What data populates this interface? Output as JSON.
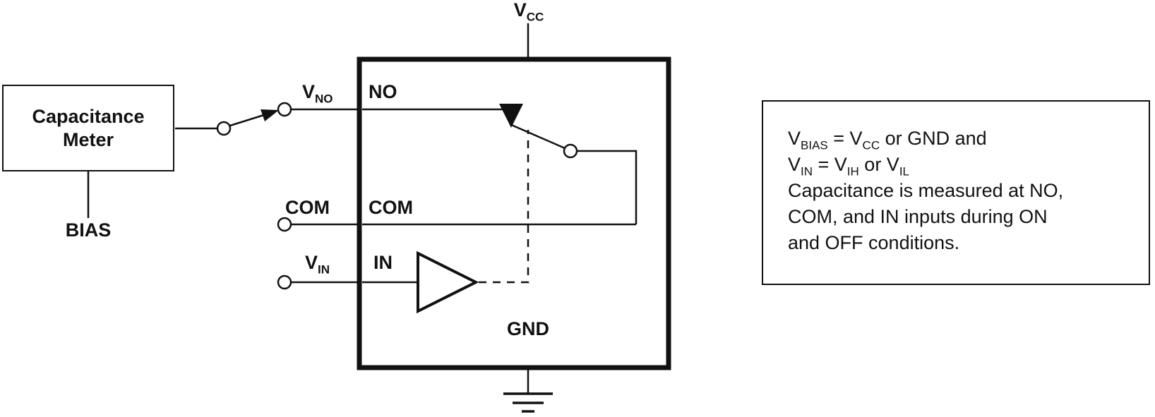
{
  "colors": {
    "ink": "#111111",
    "background": "#ffffff"
  },
  "meter": {
    "line1": "Capacitance",
    "line2": "Meter",
    "bias": "BIAS"
  },
  "labels": {
    "vcc": {
      "base": "V",
      "sub": "CC"
    },
    "vno": {
      "base": "V",
      "sub": "NO"
    },
    "vin": {
      "base": "V",
      "sub": "IN"
    },
    "no": "NO",
    "com_external": "COM",
    "com_pin": "COM",
    "in_pin": "IN",
    "gnd": "GND"
  },
  "note": {
    "line1": {
      "t0": "V",
      "s0": "BIAS",
      "t1": " = V",
      "s1": "CC",
      "t2": " or GND and"
    },
    "line2": {
      "t0": "V",
      "s0": "IN",
      "t1": " = V",
      "s1": "IH",
      "t2": " or V",
      "s2": "IL"
    },
    "line3": "Capacitance is measured at NO,",
    "line4": "COM, and IN inputs during ON",
    "line5": "and OFF conditions."
  }
}
